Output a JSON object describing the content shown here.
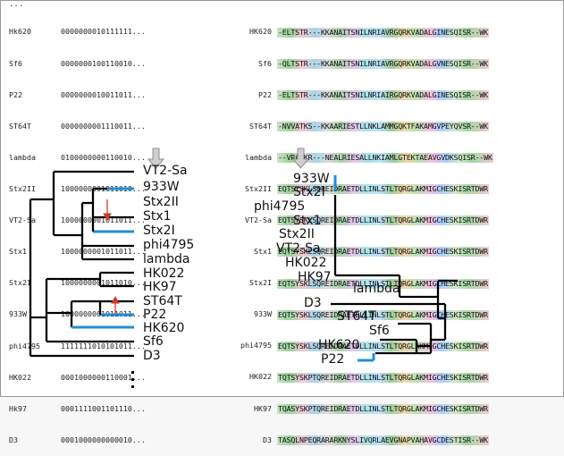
{
  "matrix": {
    "ellipsis": "...",
    "rows": [
      {
        "name": "Hk620",
        "bits": "0000000010111111..."
      },
      {
        "name": "Sf6",
        "bits": "0000000100110010..."
      },
      {
        "name": "P22",
        "bits": "0000000010011011..."
      },
      {
        "name": "ST64T",
        "bits": "0000000001110011..."
      },
      {
        "name": "lambda",
        "bits": "0100000000110010..."
      },
      {
        "name": "Stx2II",
        "bits": "1000000001011010..."
      },
      {
        "name": "VT2-Sa",
        "bits": "1000000001011011..."
      },
      {
        "name": "Stx1",
        "bits": "1000000001011011..."
      },
      {
        "name": "Stx2I",
        "bits": "1000000001011010..."
      },
      {
        "name": "933W",
        "bits": "1000000001011011..."
      },
      {
        "name": "phi4795",
        "bits": "1111111010101011..."
      },
      {
        "name": "HK022",
        "bits": "0001000000110001..."
      },
      {
        "name": "Hk97",
        "bits": "0001111001101110..."
      },
      {
        "name": "D3",
        "bits": "0001000000000010..."
      }
    ]
  },
  "msa": {
    "rows": [
      {
        "name": "HK620",
        "seq": "-ELTSTR---KKANAITSNILNRIAVRGQRKVADALGINESQISR--WK"
      },
      {
        "name": "Sf6",
        "seq": "-QLTSTR---KKANAITSNILNRIAVRGQRKVADALGVNESQISR--WK"
      },
      {
        "name": "P22",
        "seq": "-ELTSTR---KKANAITSNILNRIAIRGQRKVADALGINESQISR--WK"
      },
      {
        "name": "ST64T",
        "seq": "-NVVATKS--KKAARIESTLLNKLAMMGQKTFAKAMGVPEYQVSR--WK"
      },
      {
        "name": "lambda",
        "seq": "--VRANKR---NEALRIESALLNKIAMLGTEKTAEAVGVDKSQISR--WK"
      },
      {
        "name": "Stx2II",
        "seq": "EQTSYSKLSQREIDRAETDLLINLSTLTQRGLAKMIGCHESKISRTDWR"
      },
      {
        "name": "VT2-Sa",
        "seq": "EQTSYSKLSQREIDRAETDLLINLSTLTQRGLAKMIGCHESKISRTDWR"
      },
      {
        "name": "Stx1",
        "seq": "EQTSYSKLSQREIDRAETDLLINLSTLTQRGLAKMIGCHESKISRTDWR"
      },
      {
        "name": "Stx2I",
        "seq": "EQTSYSKLSQREIDRAETDLLINLSTLTQRGLAKMIGCHESKISRTDWR"
      },
      {
        "name": "933W",
        "seq": "EQTSYSKLSQREIDRAETDLLINLSTLTQRGLAKMIGCHESKISRTDWR"
      },
      {
        "name": "phi4795",
        "seq": "EQTSYSKLSQREIDRAETDLLINLSTLTQRGLAKMIGCHESKISRTDWR"
      },
      {
        "name": "HK022",
        "seq": "TQTSYSKPTQREIDRAETDLLINLSTLTQRGLAKMIGCHESKISRTDWR"
      },
      {
        "name": "HK97",
        "seq": "TQASYSKPTQREIDRAETDLLINLSTLTQRGLAKMIGCHESKISRTDWR"
      },
      {
        "name": "D3",
        "seq": "TASQLNPEQRARARKNYSLIVQRLAEVGNAPVAHAVGCDESTISR--WK"
      }
    ]
  },
  "left_tree": {
    "labels": [
      "VT2-Sa",
      "933W",
      "Stx2II",
      "Stx1",
      "Stx2I",
      "phi4795",
      "lambda",
      "HK022",
      "HK97",
      "ST64T",
      "P22",
      "HK620",
      "Sf6",
      "D3"
    ]
  },
  "right_tree": {
    "labels": [
      "933W",
      "Stx2I",
      "phi4795",
      "Stx1",
      "Stx2II",
      "VT2-Sa",
      "HK022",
      "HK97",
      "lambda",
      "D3",
      "ST64T",
      "Sf6",
      "HK620",
      "P22"
    ]
  },
  "colors": {
    "tree_line": "#000000",
    "highlight_blue": "#1f8fd6",
    "arrow_red": "#cc3b2a",
    "arrow_gray": "#a0a0a0"
  }
}
